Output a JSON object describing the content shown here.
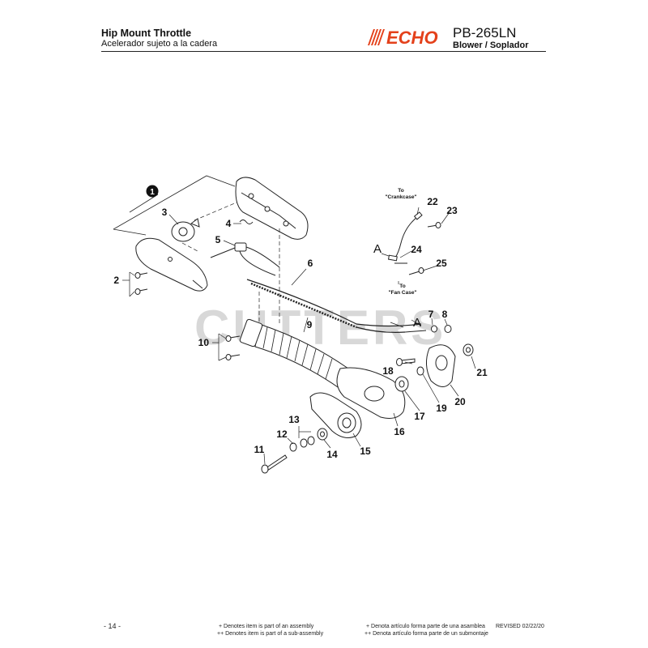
{
  "header": {
    "title": "Hip Mount Throttle",
    "subtitle": "Acelerador sujeto a la cadera",
    "brand": "ECHO",
    "model": "PB-265LN",
    "model_subtitle": "Blower / Soplador"
  },
  "watermark": "CUTTERS",
  "diagram": {
    "assembly_number": "1",
    "callouts": [
      "2",
      "3",
      "4",
      "5",
      "6",
      "7",
      "8",
      "9",
      "10",
      "11",
      "12",
      "13",
      "14",
      "15",
      "16",
      "17",
      "18",
      "19",
      "20",
      "21",
      "22",
      "23",
      "24",
      "25"
    ],
    "connection_labels": {
      "a_top": "A",
      "a_bottom": "A"
    },
    "notes": {
      "crankcase_line1": "To",
      "crankcase_line2": "\"Crankcase\"",
      "fancase_line1": "To",
      "fancase_line2": "\"Fan Case\""
    }
  },
  "footer": {
    "page": "- 14 -",
    "assembly_note_en": "+ Denotes item is part of an assembly",
    "subassembly_note_en": "++ Denotes item is part of a sub-assembly",
    "assembly_note_es": "+ Denota artículo forma parte de una asamblea",
    "subassembly_note_es": "++ Denota artículo forma parte de un submontaje",
    "revised": "REVISED 02/22/20"
  }
}
